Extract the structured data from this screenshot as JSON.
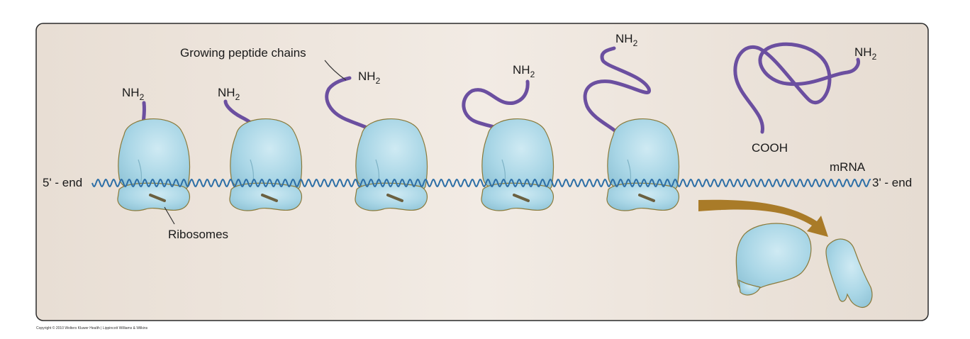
{
  "labels": {
    "growing_chains": "Growing peptide chains",
    "nh": "NH",
    "nh_sub": "2",
    "cooh": "COOH",
    "mrna": "mRNA",
    "five_end": "5' - end",
    "three_end": "3' - end",
    "ribosomes": "Ribosomes"
  },
  "copyright": "Copyright © 2010 Wolters Kluwer Health | Lippincott Williams & Wilkins",
  "colors": {
    "panel_bg": "#efe6dd",
    "ribosome": "#a9d6e6",
    "ribosome_outline": "#8a7a3a",
    "peptide": "#6b4fa0",
    "mrna": "#2c6ea6",
    "arrow": "#a97b28"
  }
}
